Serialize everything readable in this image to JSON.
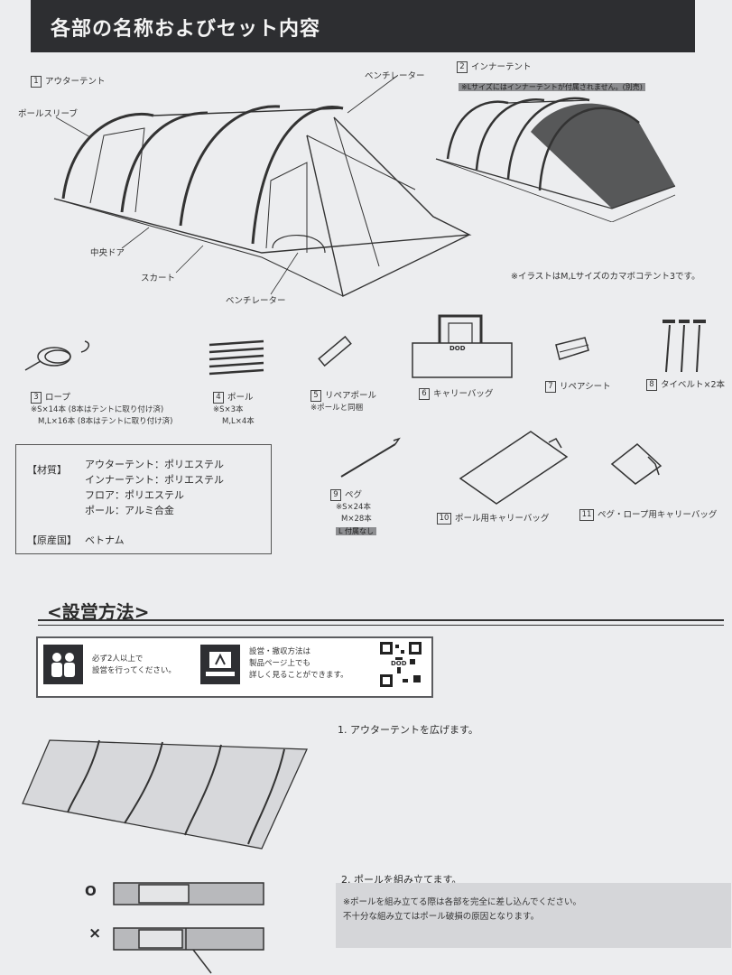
{
  "header": {
    "title": "各部の名称およびセット内容"
  },
  "parts": {
    "outer_tent": {
      "num": "1",
      "label": "アウターテント"
    },
    "inner_tent": {
      "num": "2",
      "label": "インナーテント",
      "note": "※Lサイズにはインナーテントが付属されません。(別売)"
    },
    "callouts": {
      "ventilator_top": "ベンチレーター",
      "pole_sleeve": "ポールスリーブ",
      "center_door": "中央ドア",
      "skirt": "スカート",
      "ventilator_bottom": "ベンチレーター"
    },
    "illustration_note": "※イラストはM,Lサイズのカマボコテント3です。"
  },
  "items": [
    {
      "num": "3",
      "label": "ロープ",
      "lines": [
        "※S×14本 (8本はテントに取り付け済)",
        "M,L×16本 (8本はテントに取り付け済)"
      ]
    },
    {
      "num": "4",
      "label": "ポール",
      "lines": [
        "※S×3本",
        "M,L×4本"
      ]
    },
    {
      "num": "5",
      "label": "リペアポール",
      "lines": [
        "※ポールと同梱"
      ]
    },
    {
      "num": "6",
      "label": "キャリーバッグ",
      "lines": []
    },
    {
      "num": "7",
      "label": "リペアシート",
      "lines": []
    },
    {
      "num": "8",
      "label": "タイベルト×2本",
      "lines": []
    },
    {
      "num": "9",
      "label": "ペグ",
      "lines": [
        "※S×24本",
        "M×28本"
      ],
      "tag": "L 付属なし"
    },
    {
      "num": "10",
      "label": "ポール用キャリーバッグ",
      "lines": []
    },
    {
      "num": "11",
      "label": "ペグ・ロープ用キャリーバッグ",
      "lines": []
    }
  ],
  "bag_logo": "DOD",
  "specs": {
    "material_label": "【材質】",
    "rows": [
      "アウターテント：ポリエステル",
      "インナーテント：ポリエステル",
      "フロア：ポリエステル",
      "ポール：アルミ合金"
    ],
    "origin_label": "【原産国】",
    "origin_value": "ベトナム"
  },
  "setup": {
    "title": "<設営方法>",
    "instr_left": [
      "必ず2人以上で",
      "設営を行ってください。"
    ],
    "instr_right": [
      "設営・撤収方法は",
      "製品ページ上でも",
      "詳しく見ることができます。"
    ],
    "qr_label": "DOD",
    "step1": "1. アウターテントを広げます。",
    "step2": "2. ポールを組み立てます。",
    "ok_mark": "O",
    "ng_mark": "×",
    "warning": [
      "※ポールを組み立てる際は各部を完全に差し込んでください。",
      "不十分な組み立てはポール破損の原因となります。"
    ]
  },
  "colors": {
    "header": "#2d2e31",
    "paper": "#ecedef",
    "ink": "#2a2a2c",
    "note_bg": "#d5d6d9"
  }
}
